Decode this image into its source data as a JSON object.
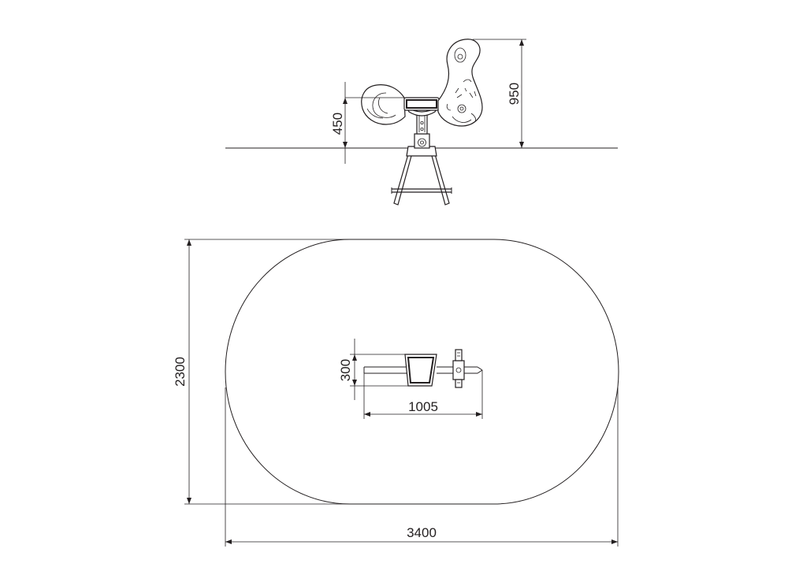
{
  "drawing": {
    "dimensions": {
      "seat_height": "450",
      "total_height": "950",
      "safety_zone_width": "2300",
      "safety_zone_length": "3400",
      "seat_width": "300",
      "equipment_length": "1005"
    },
    "colors": {
      "line": "#231f20",
      "background": "#ffffff"
    }
  }
}
